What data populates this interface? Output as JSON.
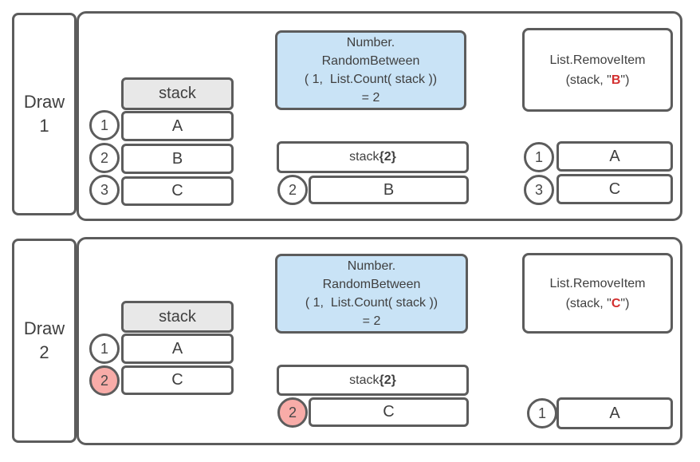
{
  "colors": {
    "border_gray": "#5C5C5C",
    "text_gray": "#3F3F3F",
    "stack_header_fill": "#E8E8E8",
    "formula_fill": "#C9E3F6",
    "highlight_pink": "#F8ACA8",
    "removed_letter_red": "#D32F2F",
    "background": "#FFFFFF"
  },
  "sections": [
    {
      "label_line1": "Draw",
      "label_line2": "1",
      "stack": {
        "header": "stack",
        "rows": [
          {
            "num": "1",
            "letter": "A"
          },
          {
            "num": "2",
            "letter": "B"
          },
          {
            "num": "3",
            "letter": "C"
          }
        ]
      },
      "formula": {
        "line1": "Number.",
        "line2": "RandomBetween",
        "line3": "( 1,  List.Count( stack ))",
        "line4": "= 2"
      },
      "selection": {
        "index_text": "stack",
        "index_bold": "{2}",
        "num": "2",
        "letter": "B"
      },
      "remove": {
        "line1": "List.RemoveItem",
        "prefix": "(stack, \"",
        "removed": "B",
        "suffix": "\")"
      },
      "result": [
        {
          "num": "1",
          "letter": "A"
        },
        {
          "num": "3",
          "letter": "C"
        }
      ]
    },
    {
      "label_line1": "Draw",
      "label_line2": "2",
      "stack": {
        "header": "stack",
        "rows": [
          {
            "num": "1",
            "letter": "A"
          },
          {
            "num": "2",
            "letter": "C"
          }
        ]
      },
      "formula": {
        "line1": "Number.",
        "line2": "RandomBetween",
        "line3": "( 1,  List.Count( stack ))",
        "line4": "= 2"
      },
      "selection": {
        "index_text": "stack",
        "index_bold": "{2}",
        "num": "2",
        "letter": "C"
      },
      "remove": {
        "line1": "List.RemoveItem",
        "prefix": "(stack, \"",
        "removed": "C",
        "suffix": "\")"
      },
      "result": [
        {
          "num": "1",
          "letter": "A"
        }
      ]
    }
  ]
}
